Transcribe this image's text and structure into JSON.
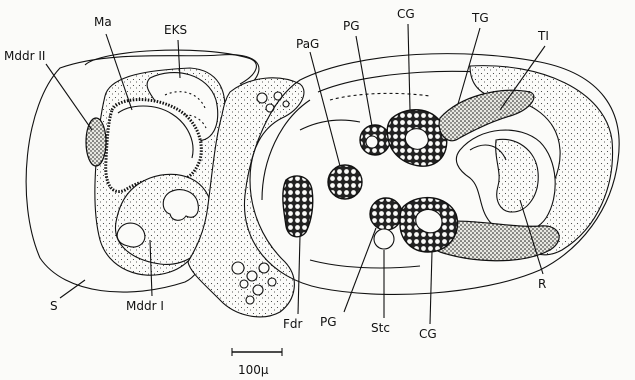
{
  "labels": {
    "ma": "Ma",
    "eks": "EKS",
    "mddr2": "Mddr II",
    "mddr1": "Mddr I",
    "s": "S",
    "pag": "PaG",
    "pg_top": "PG",
    "cg_top": "CG",
    "tg": "TG",
    "ti": "TI",
    "fdr": "Fdr",
    "pg_bottom": "PG",
    "stc": "Stc",
    "cg_bottom": "CG",
    "r": "R"
  },
  "scale_bar": {
    "label": "100µ"
  }
}
